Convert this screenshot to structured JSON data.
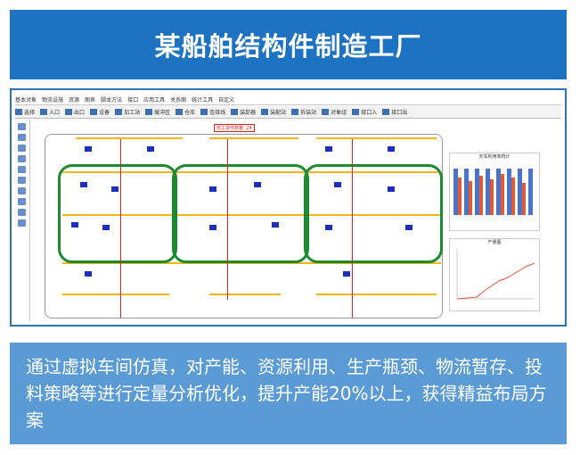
{
  "header": {
    "title": "某船舶结构件制造工厂"
  },
  "screenshot": {
    "menu": [
      "基本对象",
      "物流设施",
      "资源",
      "图表",
      "脚本方法",
      "接口",
      "应用工具",
      "关系图",
      "统计工具",
      "自定义"
    ],
    "toolbar": [
      "选择",
      "入口",
      "出口",
      "设备",
      "加工站",
      "缓冲区",
      "仓库",
      "连接线",
      "装卸器",
      "装配站",
      "拆装站",
      "对象组",
      "接口入",
      "接口出"
    ],
    "annotation": "完工零件数量: 24",
    "chart1_title": "天车利用率统计",
    "chart2_title": "产量图"
  },
  "description": {
    "text": "通过虚拟车间仿真，对产能、资源利用、生产瓶颈、物流暂存、投料策略等进行定量分析优化，提升产能20%以上，获得精益布局方案"
  },
  "colors": {
    "title_bg": "#1d72c2",
    "desc_bg": "#5b9bd5",
    "conveyor": "#1c8a2e",
    "rail": "#f4b71a",
    "line": "#e02020",
    "machine": "#1d2fbf"
  }
}
